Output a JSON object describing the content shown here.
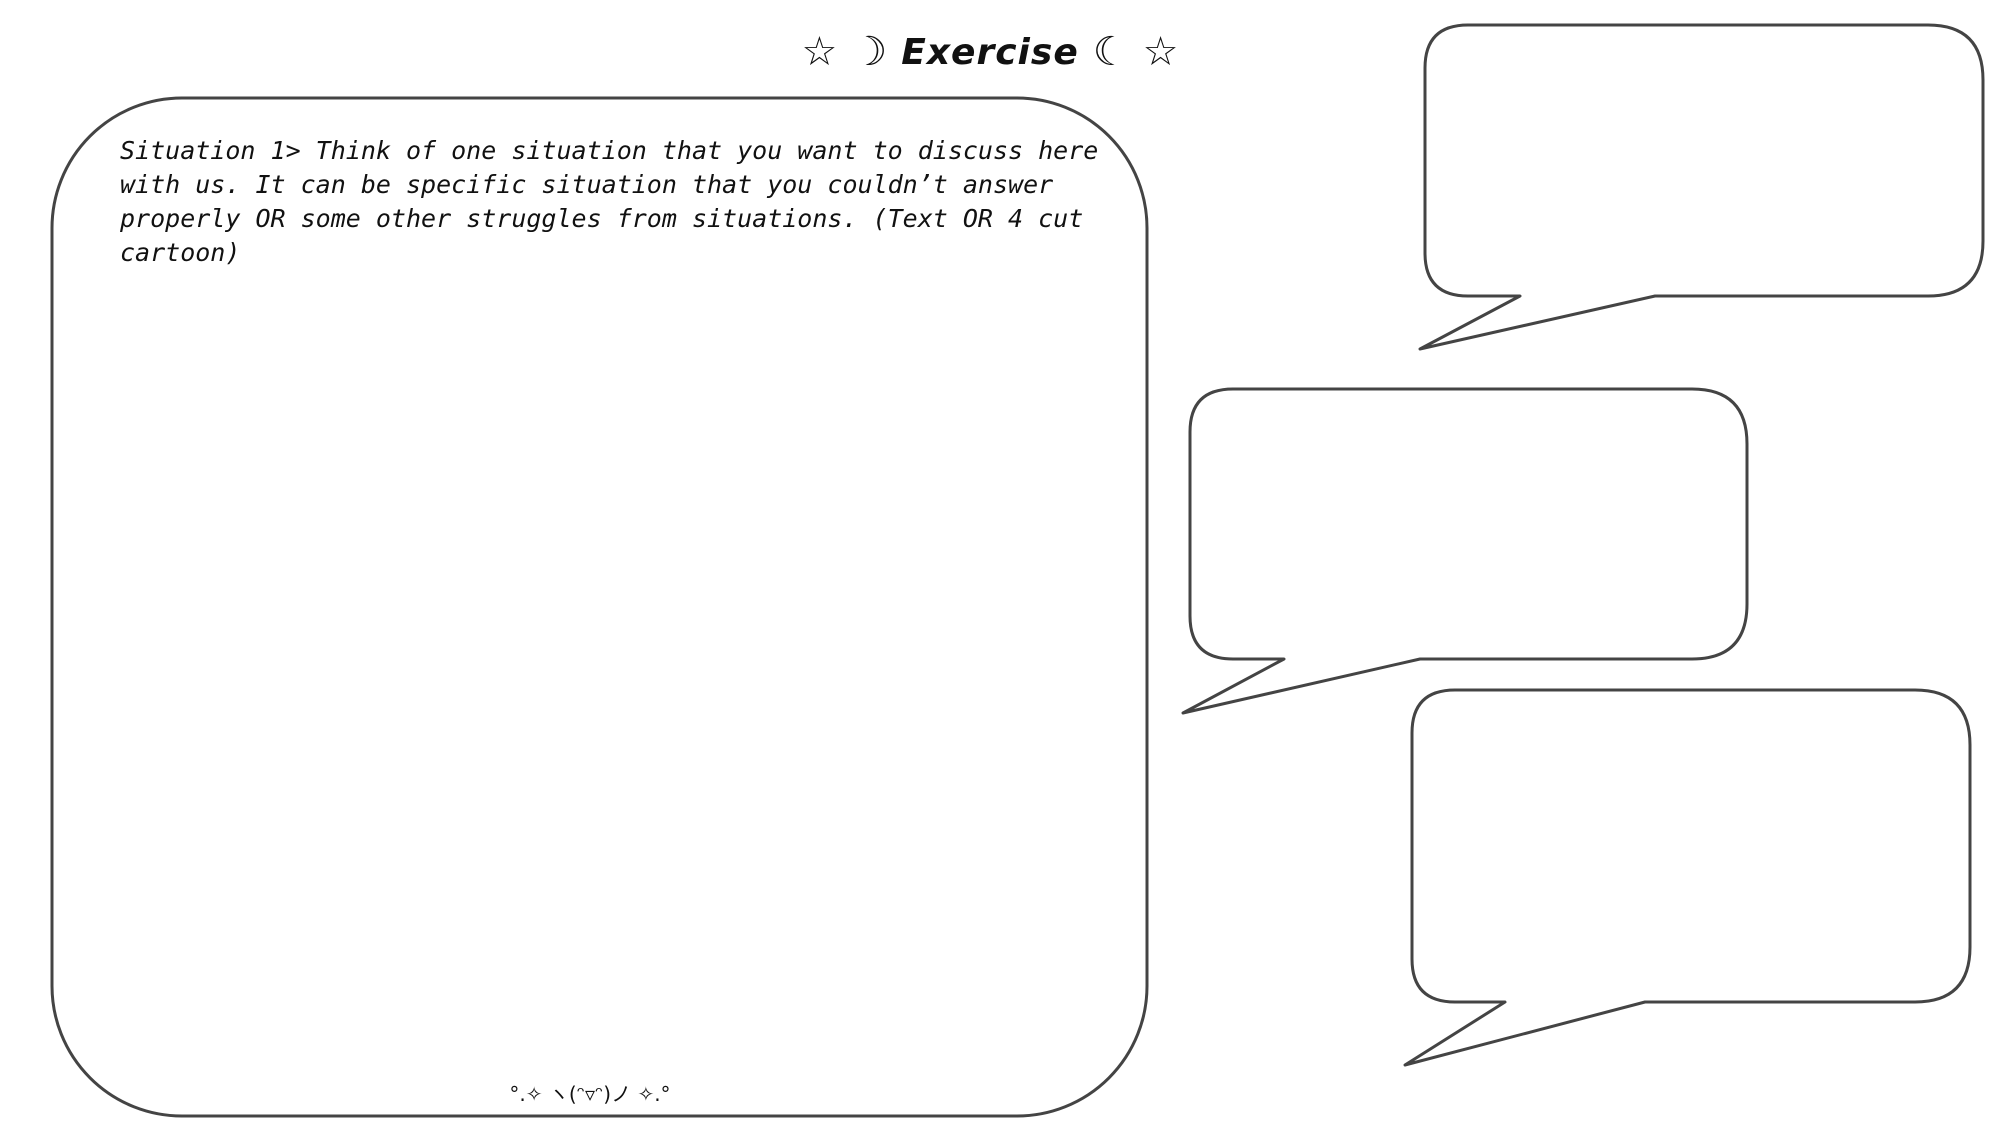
{
  "title": {
    "left_star": "☆",
    "left_moon": "☽",
    "text": "Exercise",
    "right_moon": "☾",
    "right_star": "☆"
  },
  "situation": {
    "prompt": "Situation 1> Think of one situation that you want to discuss here with us. It can be specific situation that you couldn’t answer properly OR some other struggles from situations. (Text OR 4 cut cartoon)"
  },
  "footer": {
    "decoration": "°.✧ ヽ(ᵔ▿ᵔ)ノ ✧.°"
  },
  "colors": {
    "outline": "#444444",
    "text": "#111111",
    "background": "#ffffff"
  },
  "icons": {
    "title_left": [
      "star-icon",
      "crescent-moon-icon"
    ],
    "title_right": [
      "crescent-moon-icon",
      "star-icon"
    ]
  }
}
